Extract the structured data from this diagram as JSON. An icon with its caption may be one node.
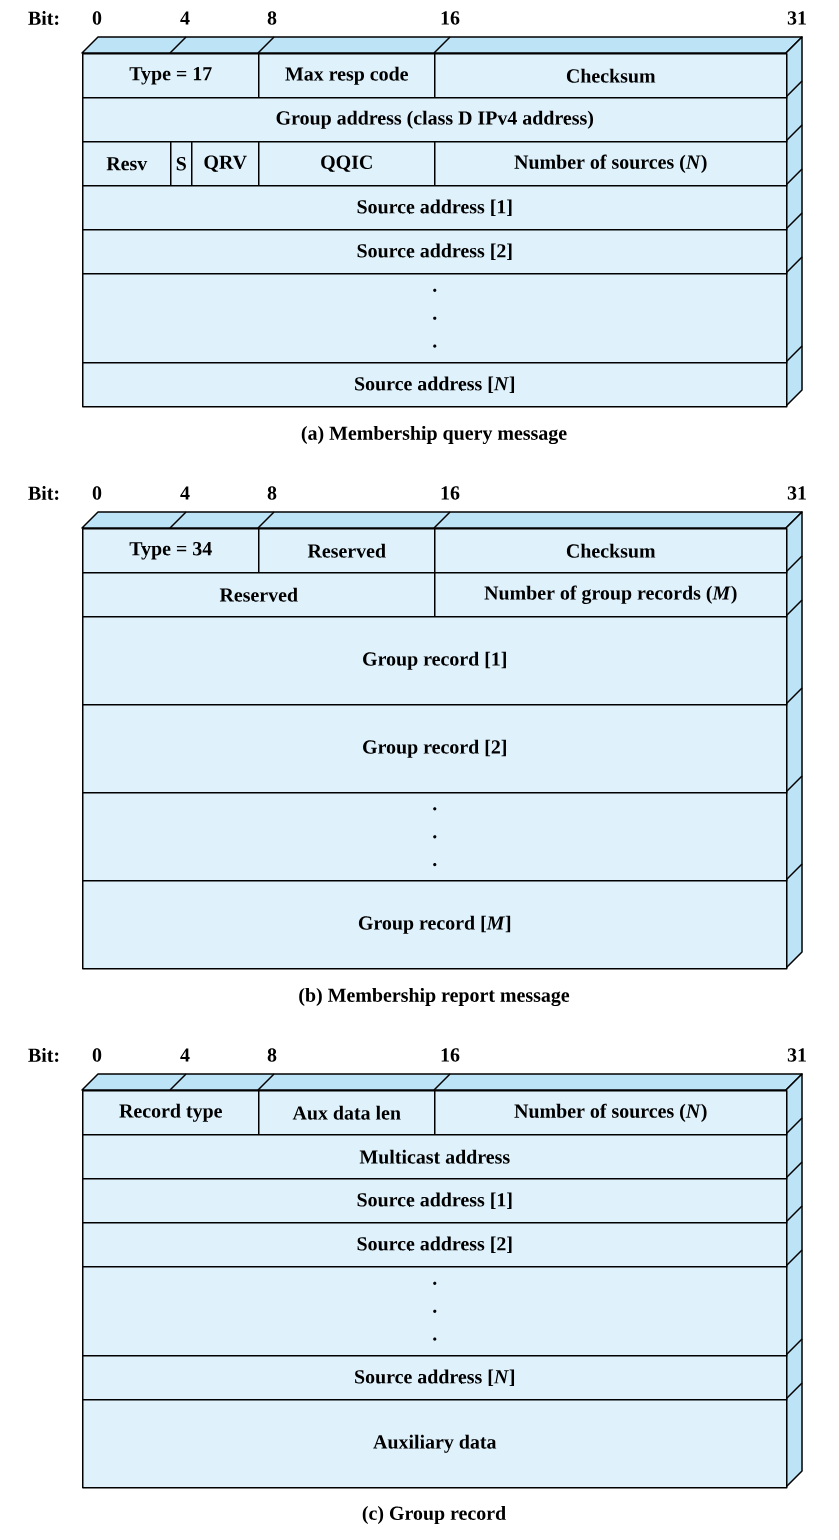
{
  "diagram": {
    "nodes": [
      {
        "text": [
          "Type = 17"
        ]
      },
      {
        "text": [
          "Max resp code"
        ]
      },
      {
        "text": [
          "Checksum"
        ]
      },
      {
        "text": [
          "Group address (class D IPv4 address)"
        ]
      },
      {
        "text": [
          "Resv"
        ]
      },
      {
        "text": [
          "S"
        ]
      },
      {
        "text": [
          "QRV"
        ]
      },
      {
        "text": [
          "QQIC"
        ]
      },
      {
        "text": [
          "Number of sources (*N*)"
        ]
      },
      {
        "text": [
          "Source address [1]"
        ]
      },
      {
        "text": [
          "Source address [2]"
        ]
      },
      {
        "text": [
          ".",
          ".",
          "."
        ]
      },
      {
        "text": [
          "Source address [*N*]"
        ]
      },
      {
        "text": [
          "Type = 34"
        ]
      },
      {
        "text": [
          "Reserved"
        ]
      },
      {
        "text": [
          "Checksum"
        ]
      },
      {
        "text": [
          "Reserved"
        ]
      },
      {
        "text": [
          "Number of group records (*M*)"
        ]
      },
      {
        "text": [
          "Group record [1]"
        ]
      },
      {
        "text": [
          "Group record [2]"
        ]
      },
      {
        "text": [
          ".",
          ".",
          "."
        ]
      },
      {
        "text": [
          "Group record [*M*]"
        ]
      },
      {
        "text": [
          "Record type"
        ]
      },
      {
        "text": [
          "Aux data len"
        ]
      },
      {
        "text": [
          "Number of sources (*N*)"
        ]
      },
      {
        "text": [
          "Multicast address"
        ]
      },
      {
        "text": [
          "Source address [1]"
        ]
      },
      {
        "text": [
          "Source address [2]"
        ]
      },
      {
        "text": [
          ".",
          ".",
          "."
        ]
      },
      {
        "text": [
          "Source address [*N*]"
        ]
      },
      {
        "text": [
          "Auxiliary data"
        ]
      }
    ],
    "labels": [
      "Bit:",
      "0",
      "4",
      "8",
      "16",
      "31",
      "(a) Membership query message",
      "Bit:",
      "0",
      "4",
      "8",
      "16",
      "31",
      "(b) Membership report message",
      "Bit:",
      "0",
      "4",
      "8",
      "16",
      "31",
      "(c) Group record"
    ]
  }
}
